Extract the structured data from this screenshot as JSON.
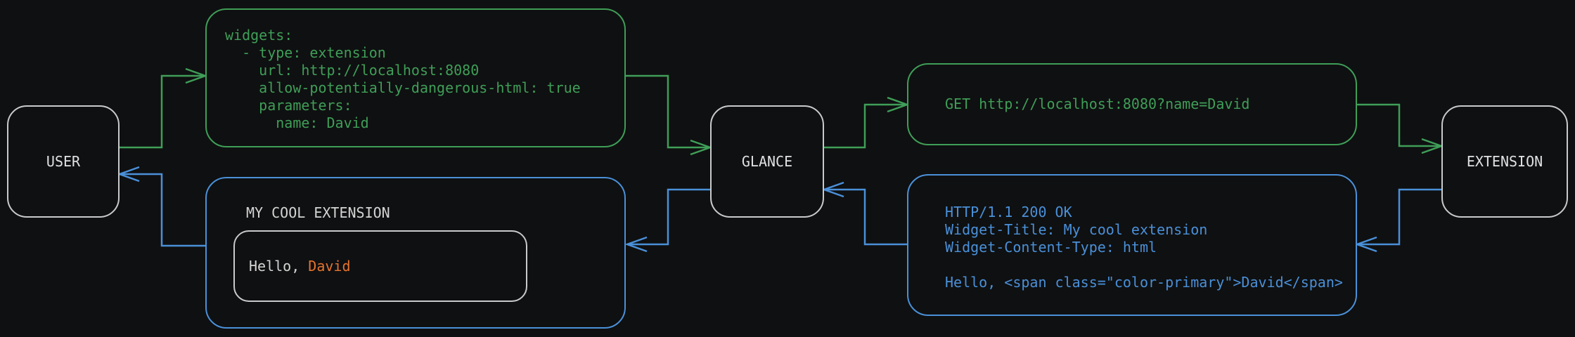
{
  "nodes": {
    "user": "USER",
    "glance": "GLANCE",
    "extension": "EXTENSION"
  },
  "config_box": {
    "lines": [
      "widgets:",
      "  - type: extension",
      "    url: http://localhost:8080",
      "    allow-potentially-dangerous-html: true",
      "    parameters:",
      "      name: David"
    ]
  },
  "request_box": {
    "text": "GET http://localhost:8080?name=David"
  },
  "response_box": {
    "lines": [
      "HTTP/1.1 200 OK",
      "Widget-Title: My cool extension",
      "Widget-Content-Type: html",
      "",
      "Hello, <span class=\"color-primary\">David</span>"
    ]
  },
  "widget_box": {
    "title": "MY COOL EXTENSION",
    "greeting_prefix": "Hello, ",
    "greeting_name": "David"
  },
  "colors": {
    "background": "#0f1011",
    "request_green": "#3f9e58",
    "response_blue": "#4a90d9",
    "node_border": "#c9cacb",
    "node_text": "#e0e1e2",
    "muted_text": "#d4d4d4",
    "accent_orange": "#e5732e"
  }
}
